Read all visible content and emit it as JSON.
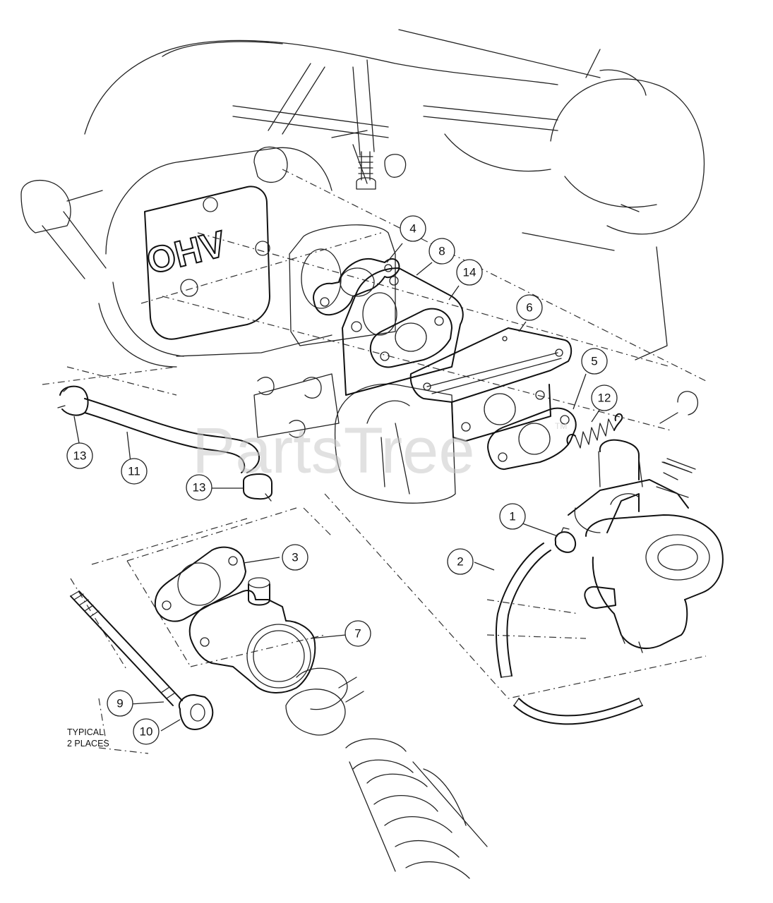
{
  "watermark": {
    "text": "PartsTree",
    "tm": "TM"
  },
  "engine_badge": "OHV",
  "note": {
    "line1": "TYPICAL",
    "line2": "2 PLACES"
  },
  "callouts": [
    {
      "id": "1",
      "label": "1"
    },
    {
      "id": "2",
      "label": "2"
    },
    {
      "id": "3",
      "label": "3"
    },
    {
      "id": "4",
      "label": "4"
    },
    {
      "id": "5",
      "label": "5"
    },
    {
      "id": "6",
      "label": "6"
    },
    {
      "id": "7",
      "label": "7"
    },
    {
      "id": "8",
      "label": "8"
    },
    {
      "id": "9",
      "label": "9"
    },
    {
      "id": "10",
      "label": "10"
    },
    {
      "id": "11",
      "label": "11"
    },
    {
      "id": "12",
      "label": "12"
    },
    {
      "id": "13a",
      "label": "13"
    },
    {
      "id": "13b",
      "label": "13"
    },
    {
      "id": "14",
      "label": "14"
    }
  ]
}
